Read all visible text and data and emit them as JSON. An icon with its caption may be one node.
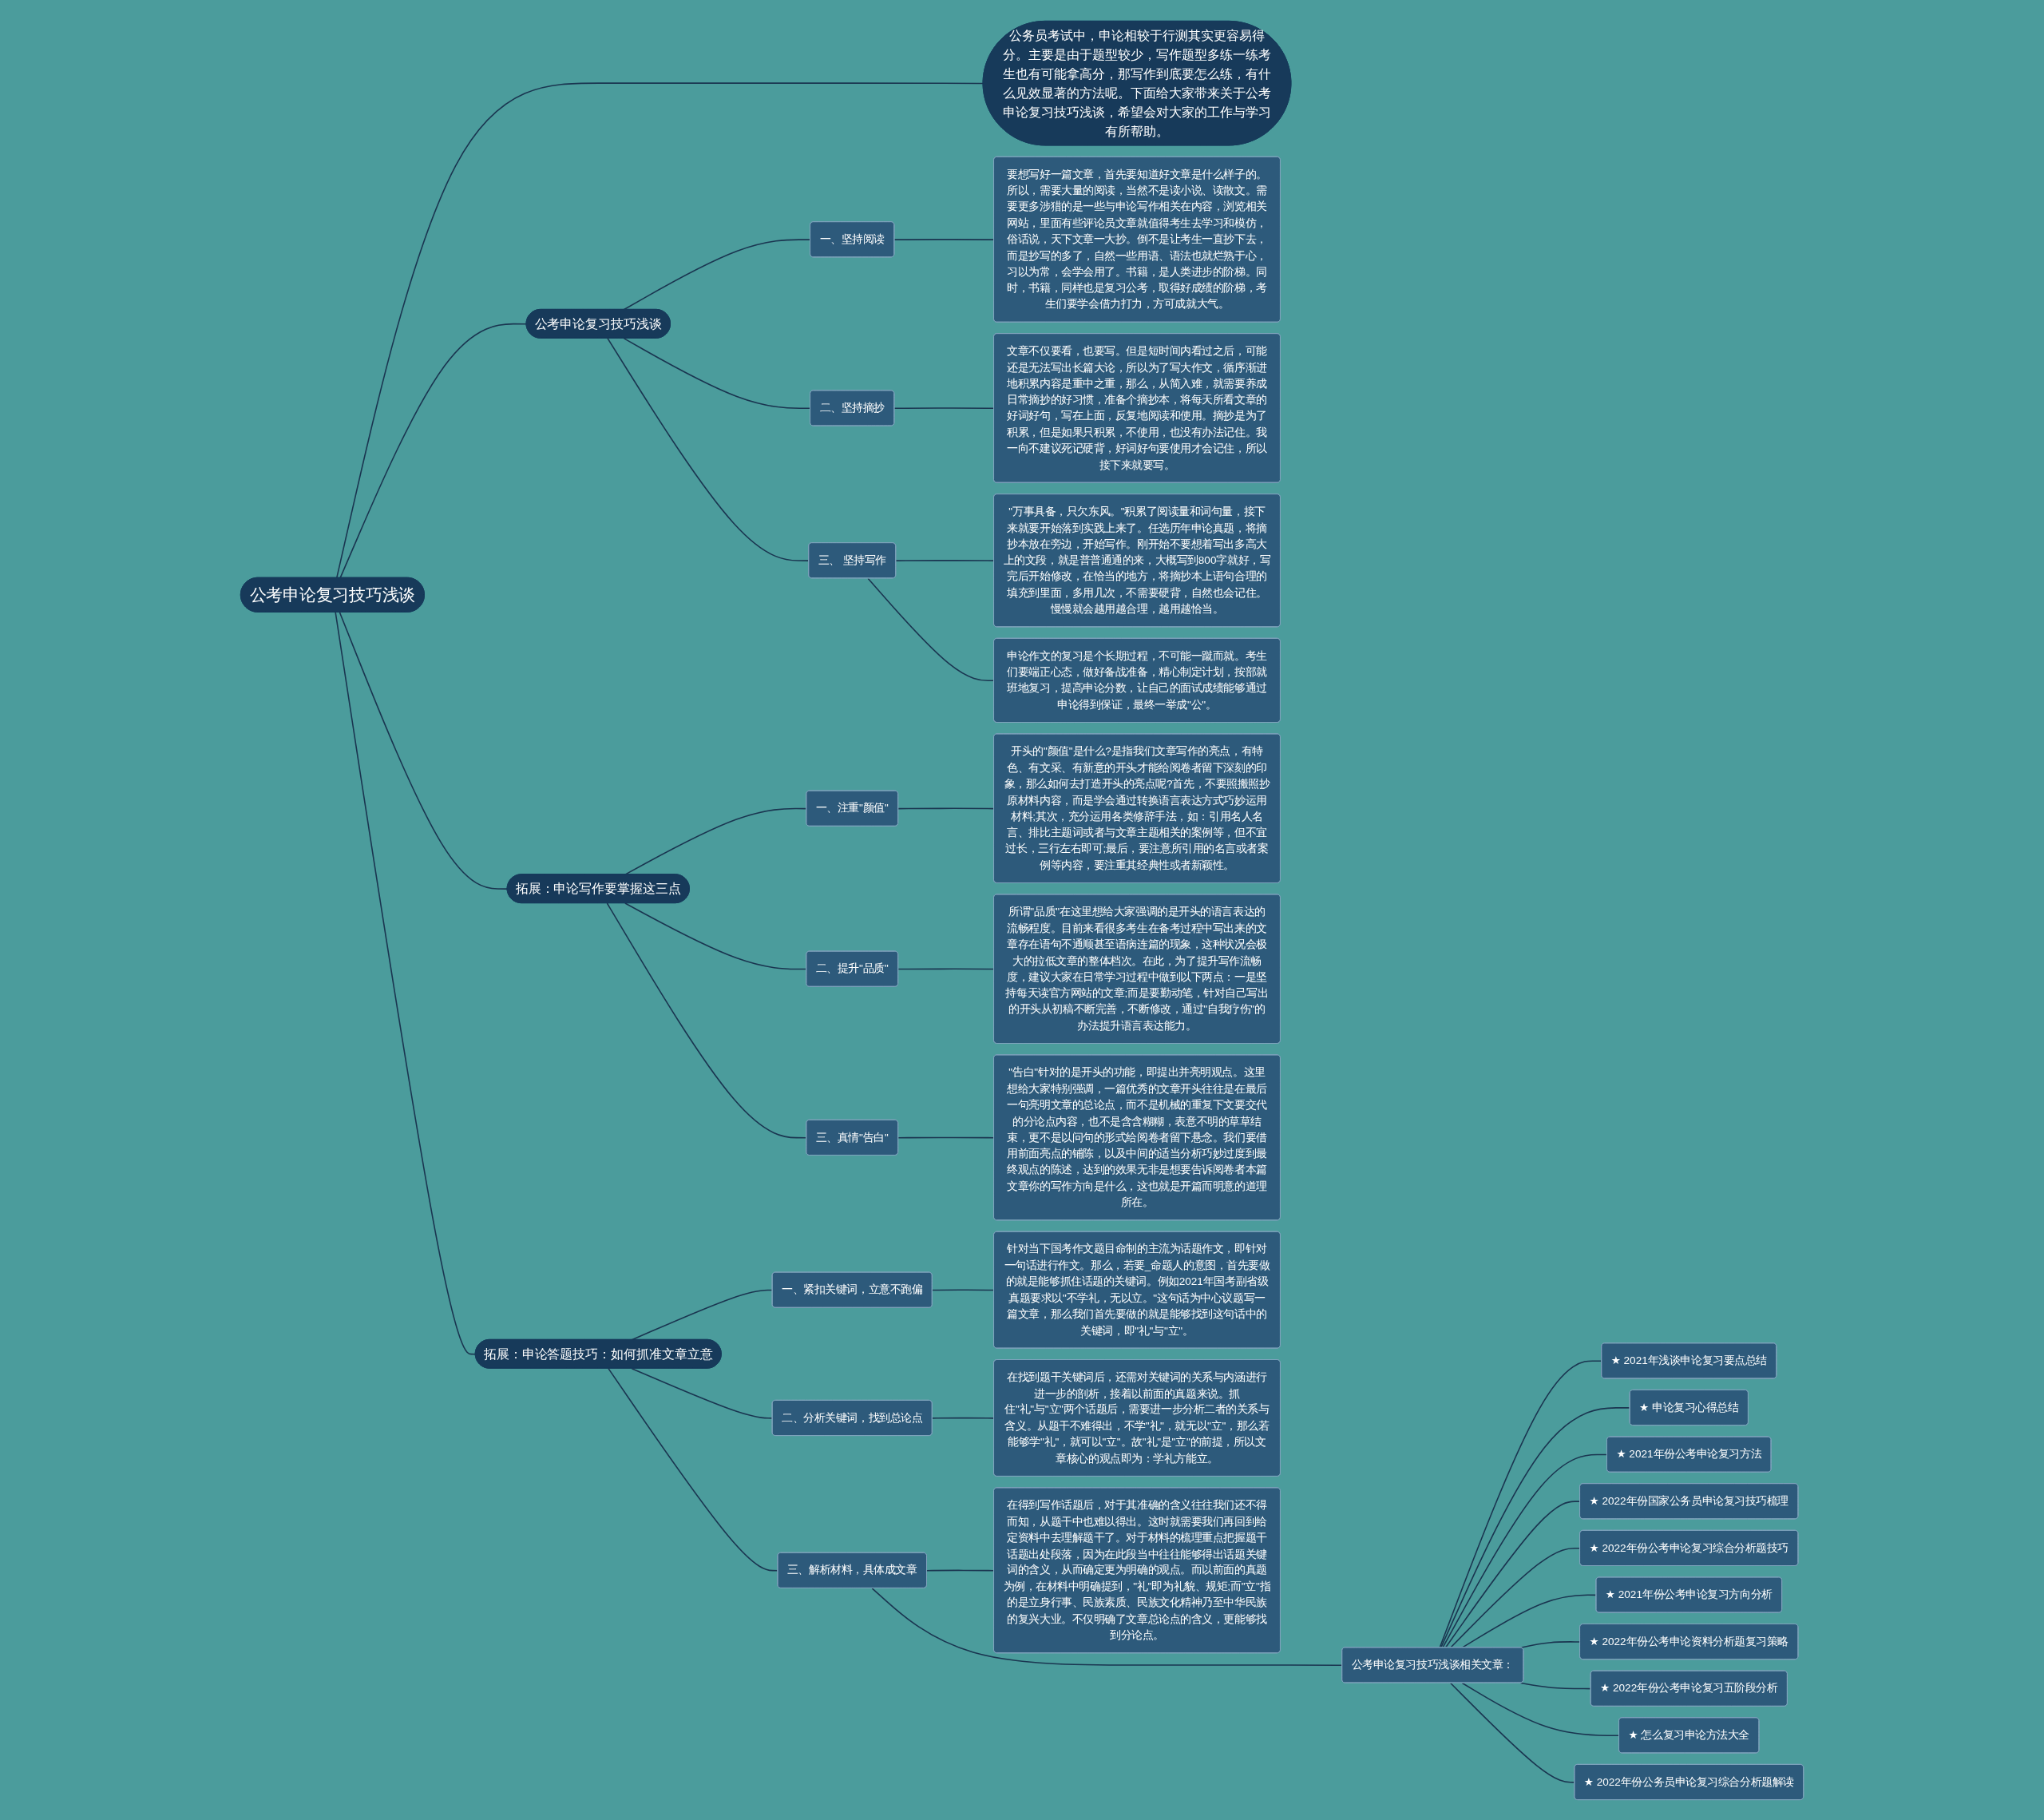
{
  "diagram": {
    "nodes": [
      {
        "text": [
          "公考申论复习技巧浅谈"
        ]
      },
      {
        "text": [
          "公务员考试中，申论相较于行测其实更容易得分。主要是由于题型较少，写作题型多练一练考生也有可能拿高分，那写作到底要怎么练，有什么见效显著的方法呢。下面给大家带来关于公考申论复习技巧浅谈，希望会对大家的工作与学习有所帮助。"
        ]
      },
      {
        "text": [
          "公考申论复习技巧浅谈"
        ]
      },
      {
        "text": [
          "一、坚持阅读"
        ]
      },
      {
        "text": [
          "要想写好一篇文章，首先要知道好文章是什么样子的。所以，需要大量的阅读，当然不是读小说、读散文。需要更多涉猎的是一些与申论写作相关在内容，浏览相关网站，里面有些评论员文章就值得考生去学习和模仿，俗话说，天下文章一大抄。倒不是让考生一直抄下去，而是抄写的多了，自然一些用语、语法也就烂熟于心，习以为常，会学会用了。书籍，是人类进步的阶梯。同时，书籍，同样也是复习公考，取得好成绩的阶梯，考生们要学会借力打力，方可成就大气。"
        ]
      },
      {
        "text": [
          "二、坚持摘抄"
        ]
      },
      {
        "text": [
          "文章不仅要看，也要写。但是短时间内看过之后，可能还是无法写出长篇大论，所以为了写大作文，循序渐进地积累内容是重中之重，那么，从简入难，就需要养成日常摘抄的好习惯，准备个摘抄本，将每天所看文章的好词好句，写在上面，反复地阅读和使用。摘抄是为了积累，但是如果只积累，不使用，也没有办法记住。我一向不建议死记硬背，好词好句要使用才会记住，所以接下来就要写。"
        ]
      },
      {
        "text": [
          "三、 坚持写作"
        ]
      },
      {
        "text": [
          "\"万事具备，只欠东风。\"积累了阅读量和词句量，接下来就要开始落到实践上来了。任选历年申论真题，将摘抄本放在旁边，开始写作。刚开始不要想着写出多高大上的文段，就是普普通通的来，大概写到800字就好，写完后开始修改，在恰当的地方，将摘抄本上语句合理的填充到里面，多用几次，不需要硬背，自然也会记住。慢慢就会越用越合理，越用越恰当。"
        ]
      },
      {
        "text": [
          "申论作文的复习是个长期过程，不可能一蹴而就。考生们要端正心态，做好备战准备，精心制定计划，按部就班地复习，提高申论分数，让自己的面试成绩能够通过申论得到保证，最终一举成\"公\"。"
        ]
      },
      {
        "text": [
          "拓展：申论写作要掌握这三点"
        ]
      },
      {
        "text": [
          "一、注重\"颜值\""
        ]
      },
      {
        "text": [
          "开头的\"颜值\"是什么?是指我们文章写作的亮点，有特色、有文采、有新意的开头才能给阅卷者留下深刻的印象，那么如何去打造开头的亮点呢?首先，不要照搬照抄原材料内容，而是学会通过转换语言表达方式巧妙运用材料;其次，充分运用各类修辞手法，如：引用名人名言、排比主题词或者与文章主题相关的案例等，但不宜过长，三行左右即可;最后，要注意所引用的名言或者案例等内容，要注重其经典性或者新颖性。"
        ]
      },
      {
        "text": [
          "二、提升\"品质\""
        ]
      },
      {
        "text": [
          "所谓\"品质\"在这里想给大家强调的是开头的语言表达的流畅程度。目前来看很多考生在备考过程中写出来的文章存在语句不通顺甚至语病连篇的现象，这种状况会极大的拉低文章的整体档次。在此，为了提升写作流畅度，建议大家在日常学习过程中做到以下两点：一是坚持每天读官方网站的文章;而是要勤动笔，针对自己写出的开头从初稿不断完善，不断修改，通过\"自我疗伤\"的办法提升语言表达能力。"
        ]
      },
      {
        "text": [
          "三、真情\"告白\""
        ]
      },
      {
        "text": [
          "\"告白\"针对的是开头的功能，即提出并亮明观点。这里想给大家特别强调，一篇优秀的文章开头往往是在最后一句亮明文章的总论点，而不是机械的重复下文要交代的分论点内容，也不是含含糊糊，表意不明的草草结束，更不是以问句的形式给阅卷者留下悬念。我们要借用前面亮点的铺陈，以及中间的适当分析巧妙过度到最终观点的陈述，达到的效果无非是想要告诉阅卷者本篇文章你的写作方向是什么，这也就是开篇而明意的道理所在。"
        ]
      },
      {
        "text": [
          "拓展：申论答题技巧：如何抓准文章立意"
        ]
      },
      {
        "text": [
          "一、紧扣关键词，立意不跑偏"
        ]
      },
      {
        "text": [
          "针对当下国考作文题目命制的主流为话题作文，即针对一句话进行作文。那么，若要_命题人的意图，首先要做的就是能够抓住话题的关键词。例如2021年国考副省级真题要求以\"不学礼，无以立。\"这句话为中心议题写一篇文章，那么我们首先要做的就是能够找到这句话中的关键词，即\"礼\"与\"立\"。"
        ]
      },
      {
        "text": [
          "二、分析关键词，找到总论点"
        ]
      },
      {
        "text": [
          "在找到题干关键词后，还需对关键词的关系与内涵进行进一步的剖析，接着以前面的真题来说。抓住\"礼\"与\"立\"两个话题后，需要进一步分析二者的关系与含义。从题干不难得出，不学\"礼\"，就无以\"立\"，那么若能够学\"礼\"，就可以\"立\"。故\"礼\"是\"立\"的前提，所以文章核心的观点即为：学礼方能立。"
        ]
      },
      {
        "text": [
          "三、解析材料，具体成文章"
        ]
      },
      {
        "text": [
          "在得到写作话题后，对于其准确的含义往往我们还不得而知，从题干中也难以得出。这时就需要我们再回到给定资料中去理解题干了。对于材料的梳理重点把握题干话题出处段落，因为在此段当中往往能够得出话题关键词的含义，从而确定更为明确的观点。而以前面的真题为例，在材料中明确提到，\"礼\"即为礼貌、规矩;而\"立\"指的是立身行事、民族素质、民族文化精神乃至中华民族的复兴大业。不仅明确了文章总论点的含义，更能够找到分论点。"
        ]
      },
      {
        "text": [
          "公考申论复习技巧浅谈相关文章："
        ]
      },
      {
        "text": [
          "★ 2021年浅谈申论复习要点总结"
        ]
      },
      {
        "text": [
          "★ 申论复习心得总结"
        ]
      },
      {
        "text": [
          "★ 2021年份公考申论复习方法"
        ]
      },
      {
        "text": [
          "★ 2022年份国家公务员申论复习技巧梳理"
        ]
      },
      {
        "text": [
          "★ 2022年份公考申论复习综合分析题技巧"
        ]
      },
      {
        "text": [
          "★ 2021年份公考申论复习方向分析"
        ]
      },
      {
        "text": [
          "★ 2022年份公考申论资料分析题复习策略"
        ]
      },
      {
        "text": [
          "★ 2022年份公考申论复习五阶段分析"
        ]
      },
      {
        "text": [
          "★ 怎么复习申论方法大全"
        ]
      },
      {
        "text": [
          "★ 2022年份公务员申论复习综合分析题解读"
        ]
      }
    ],
    "edges": [
      {
        "from": 0,
        "to": 1,
        "arrow": "none"
      },
      {
        "from": 0,
        "to": 2,
        "arrow": "none"
      },
      {
        "from": 2,
        "to": 3,
        "arrow": "none"
      },
      {
        "from": 3,
        "to": 4,
        "arrow": "none"
      },
      {
        "from": 2,
        "to": 5,
        "arrow": "none"
      },
      {
        "from": 5,
        "to": 6,
        "arrow": "none"
      },
      {
        "from": 2,
        "to": 7,
        "arrow": "none"
      },
      {
        "from": 7,
        "to": 8,
        "arrow": "none"
      },
      {
        "from": 7,
        "to": 9,
        "arrow": "none"
      },
      {
        "from": 0,
        "to": 10,
        "arrow": "none"
      },
      {
        "from": 10,
        "to": 11,
        "arrow": "none"
      },
      {
        "from": 11,
        "to": 12,
        "arrow": "none"
      },
      {
        "from": 10,
        "to": 13,
        "arrow": "none"
      },
      {
        "from": 13,
        "to": 14,
        "arrow": "none"
      },
      {
        "from": 10,
        "to": 15,
        "arrow": "none"
      },
      {
        "from": 15,
        "to": 16,
        "arrow": "none"
      },
      {
        "from": 0,
        "to": 17,
        "arrow": "none"
      },
      {
        "from": 17,
        "to": 18,
        "arrow": "none"
      },
      {
        "from": 18,
        "to": 19,
        "arrow": "none"
      },
      {
        "from": 17,
        "to": 20,
        "arrow": "none"
      },
      {
        "from": 20,
        "to": 21,
        "arrow": "none"
      },
      {
        "from": 17,
        "to": 22,
        "arrow": "none"
      },
      {
        "from": 22,
        "to": 23,
        "arrow": "none"
      },
      {
        "from": 22,
        "to": 24,
        "arrow": "none"
      },
      {
        "from": 24,
        "to": 25,
        "arrow": "none"
      },
      {
        "from": 24,
        "to": 26,
        "arrow": "none"
      },
      {
        "from": 24,
        "to": 27,
        "arrow": "none"
      },
      {
        "from": 24,
        "to": 28,
        "arrow": "none"
      },
      {
        "from": 24,
        "to": 29,
        "arrow": "none"
      },
      {
        "from": 24,
        "to": 30,
        "arrow": "none"
      },
      {
        "from": 24,
        "to": 31,
        "arrow": "none"
      },
      {
        "from": 24,
        "to": 32,
        "arrow": "none"
      },
      {
        "from": 24,
        "to": 33,
        "arrow": "none"
      },
      {
        "from": 24,
        "to": 34,
        "arrow": "none"
      }
    ]
  }
}
